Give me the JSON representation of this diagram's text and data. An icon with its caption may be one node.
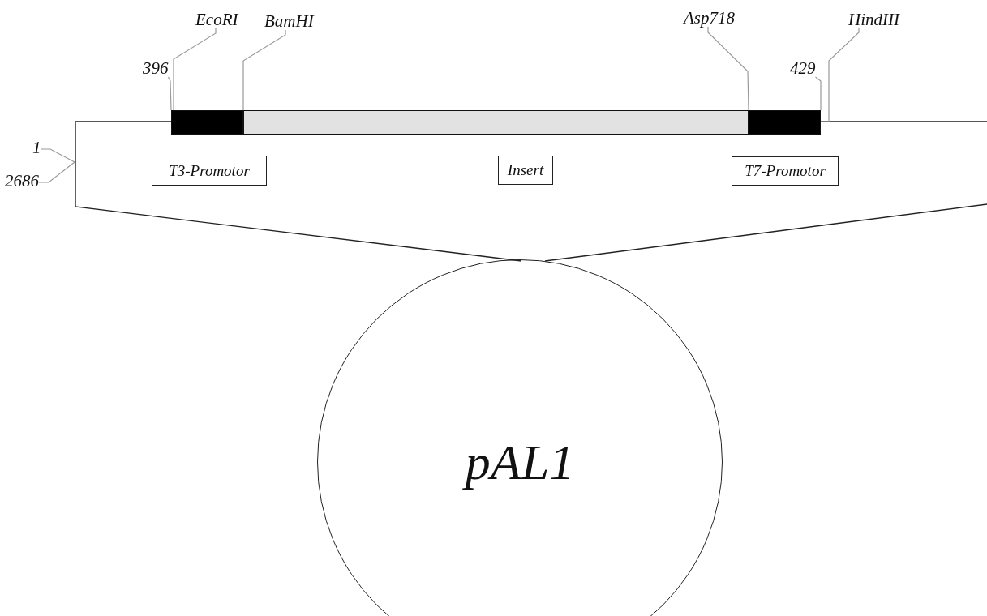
{
  "diagram": {
    "nodes": [
      {
        "text": [
          "pAL1"
        ]
      },
      {
        "text": [
          "T3-Promotor"
        ]
      },
      {
        "text": [
          "Insert"
        ]
      },
      {
        "text": [
          "T7-Promotor"
        ]
      },
      {
        "text": [],
        "shape": "bar"
      },
      {
        "text": [],
        "shape": "bar"
      },
      {
        "text": [],
        "shape": "bar"
      },
      {
        "text": [
          "396"
        ]
      },
      {
        "text": [
          "EcoRI"
        ]
      },
      {
        "text": [
          "BamHI"
        ]
      },
      {
        "text": [
          "Asp718"
        ]
      },
      {
        "text": [
          "429"
        ]
      },
      {
        "text": [
          "HindIII"
        ]
      },
      {
        "text": [
          "1"
        ]
      },
      {
        "text": [
          "2686"
        ]
      }
    ],
    "edges": [
      {
        "from": 7,
        "to": 4,
        "arrow": "none"
      },
      {
        "from": 8,
        "to": 4,
        "arrow": "none"
      },
      {
        "from": 9,
        "to": 5,
        "arrow": "none"
      },
      {
        "from": 10,
        "to": 6,
        "arrow": "none"
      },
      {
        "from": 11,
        "to": 6,
        "arrow": "none"
      },
      {
        "from": 12,
        "to": 6,
        "arrow": "none"
      },
      {
        "from": 13,
        "to": null,
        "arrow": "none"
      },
      {
        "from": 14,
        "to": null,
        "arrow": "none"
      }
    ]
  }
}
